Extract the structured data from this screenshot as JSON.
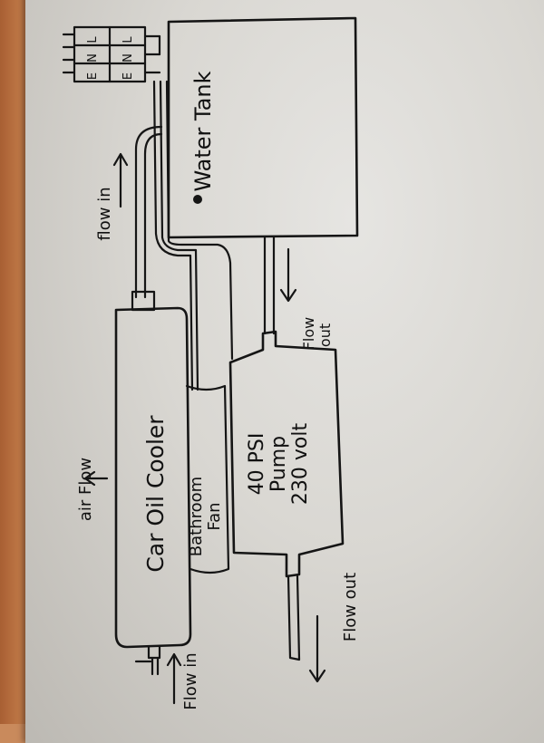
{
  "components": {
    "water_tank": "Water Tank",
    "oil_cooler": "Car Oil Cooler",
    "fan_line1": "Bathroom",
    "fan_line2": "Fan",
    "pump_line1": "40 PSI",
    "pump_line2": "Pump",
    "pump_line3": "230 volt"
  },
  "labels": {
    "flow_in_top": "flow in",
    "flow_out_tank_1": "Flow",
    "flow_out_tank_2": "out",
    "air_flow": "air Flow",
    "flow_in_bottom": "Flow in",
    "flow_out_bottom": "Flow out"
  },
  "terminal_block": {
    "left_column": [
      "L",
      "N",
      "E"
    ],
    "right_column": [
      "L",
      "N",
      "E"
    ]
  }
}
